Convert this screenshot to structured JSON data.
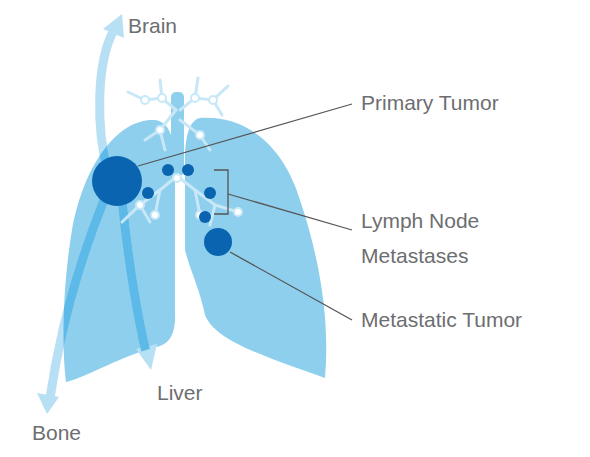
{
  "diagram": {
    "labels": [
      "Brain",
      "Primary Tumor",
      "Lymph Node Metastases",
      "Metastatic Tumor",
      "Liver",
      "Bone"
    ]
  }
}
